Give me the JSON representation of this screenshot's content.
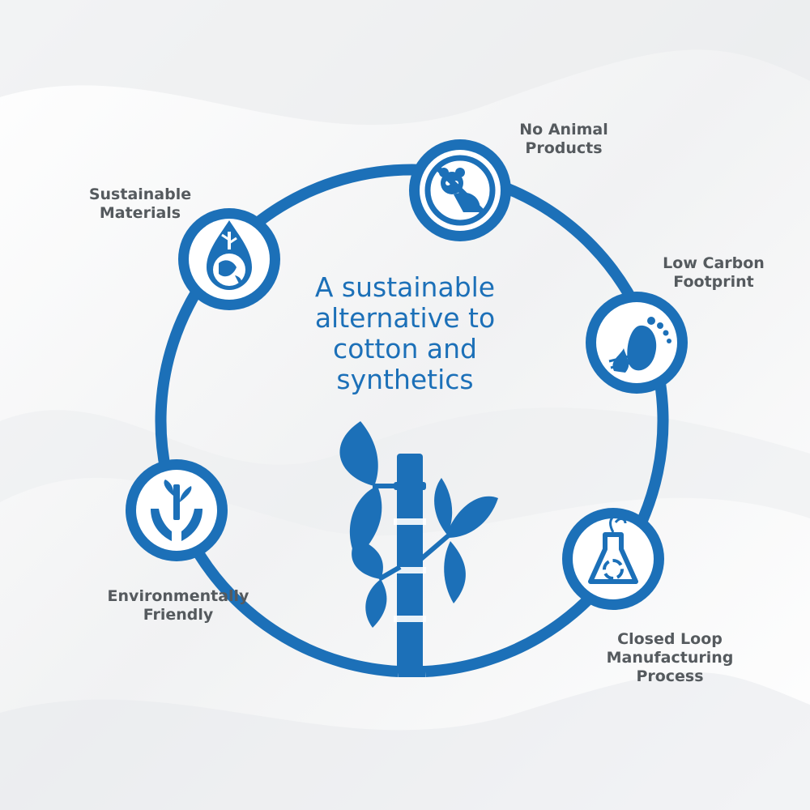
{
  "center_title": [
    "A sustainable",
    "alternative to",
    "cotton and",
    "synthetics"
  ],
  "features": [
    {
      "id": "sustainable-materials",
      "icon": "water-drop-globe-icon",
      "label": [
        "Sustainable",
        "Materials"
      ]
    },
    {
      "id": "no-animal-products",
      "icon": "no-panda-icon",
      "label": [
        "No Animal",
        "Products"
      ]
    },
    {
      "id": "low-carbon-footprint",
      "icon": "carbon-footprint-icon",
      "label": [
        "Low Carbon",
        "Footprint"
      ]
    },
    {
      "id": "closed-loop-manufacturing",
      "icon": "recycle-flask-icon",
      "label": [
        "Closed Loop",
        "Manufacturing",
        "Process"
      ]
    },
    {
      "id": "environmentally-friendly",
      "icon": "hands-bamboo-icon",
      "label": [
        "Environmentally",
        "Friendly"
      ]
    }
  ],
  "central_icon": "bamboo-stalk-icon",
  "colors": {
    "accent": "#1c70b8",
    "label_text": "#555a5e",
    "background": "#f4f5f6"
  }
}
